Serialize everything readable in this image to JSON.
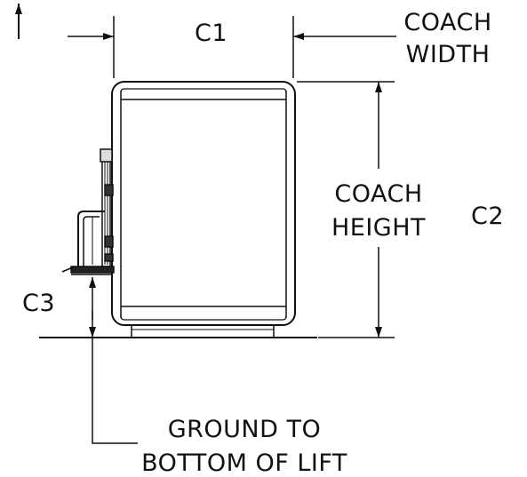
{
  "labels": {
    "c1": "C1",
    "coach_width_1": "COACH",
    "coach_width_2": "WIDTH",
    "coach_height_1": "COACH",
    "coach_height_2": "HEIGHT",
    "c2": "C2",
    "c3": "C3",
    "ground_1": "GROUND TO",
    "ground_2": "BOTTOM OF LIFT"
  },
  "colors": {
    "line": "#111111"
  }
}
